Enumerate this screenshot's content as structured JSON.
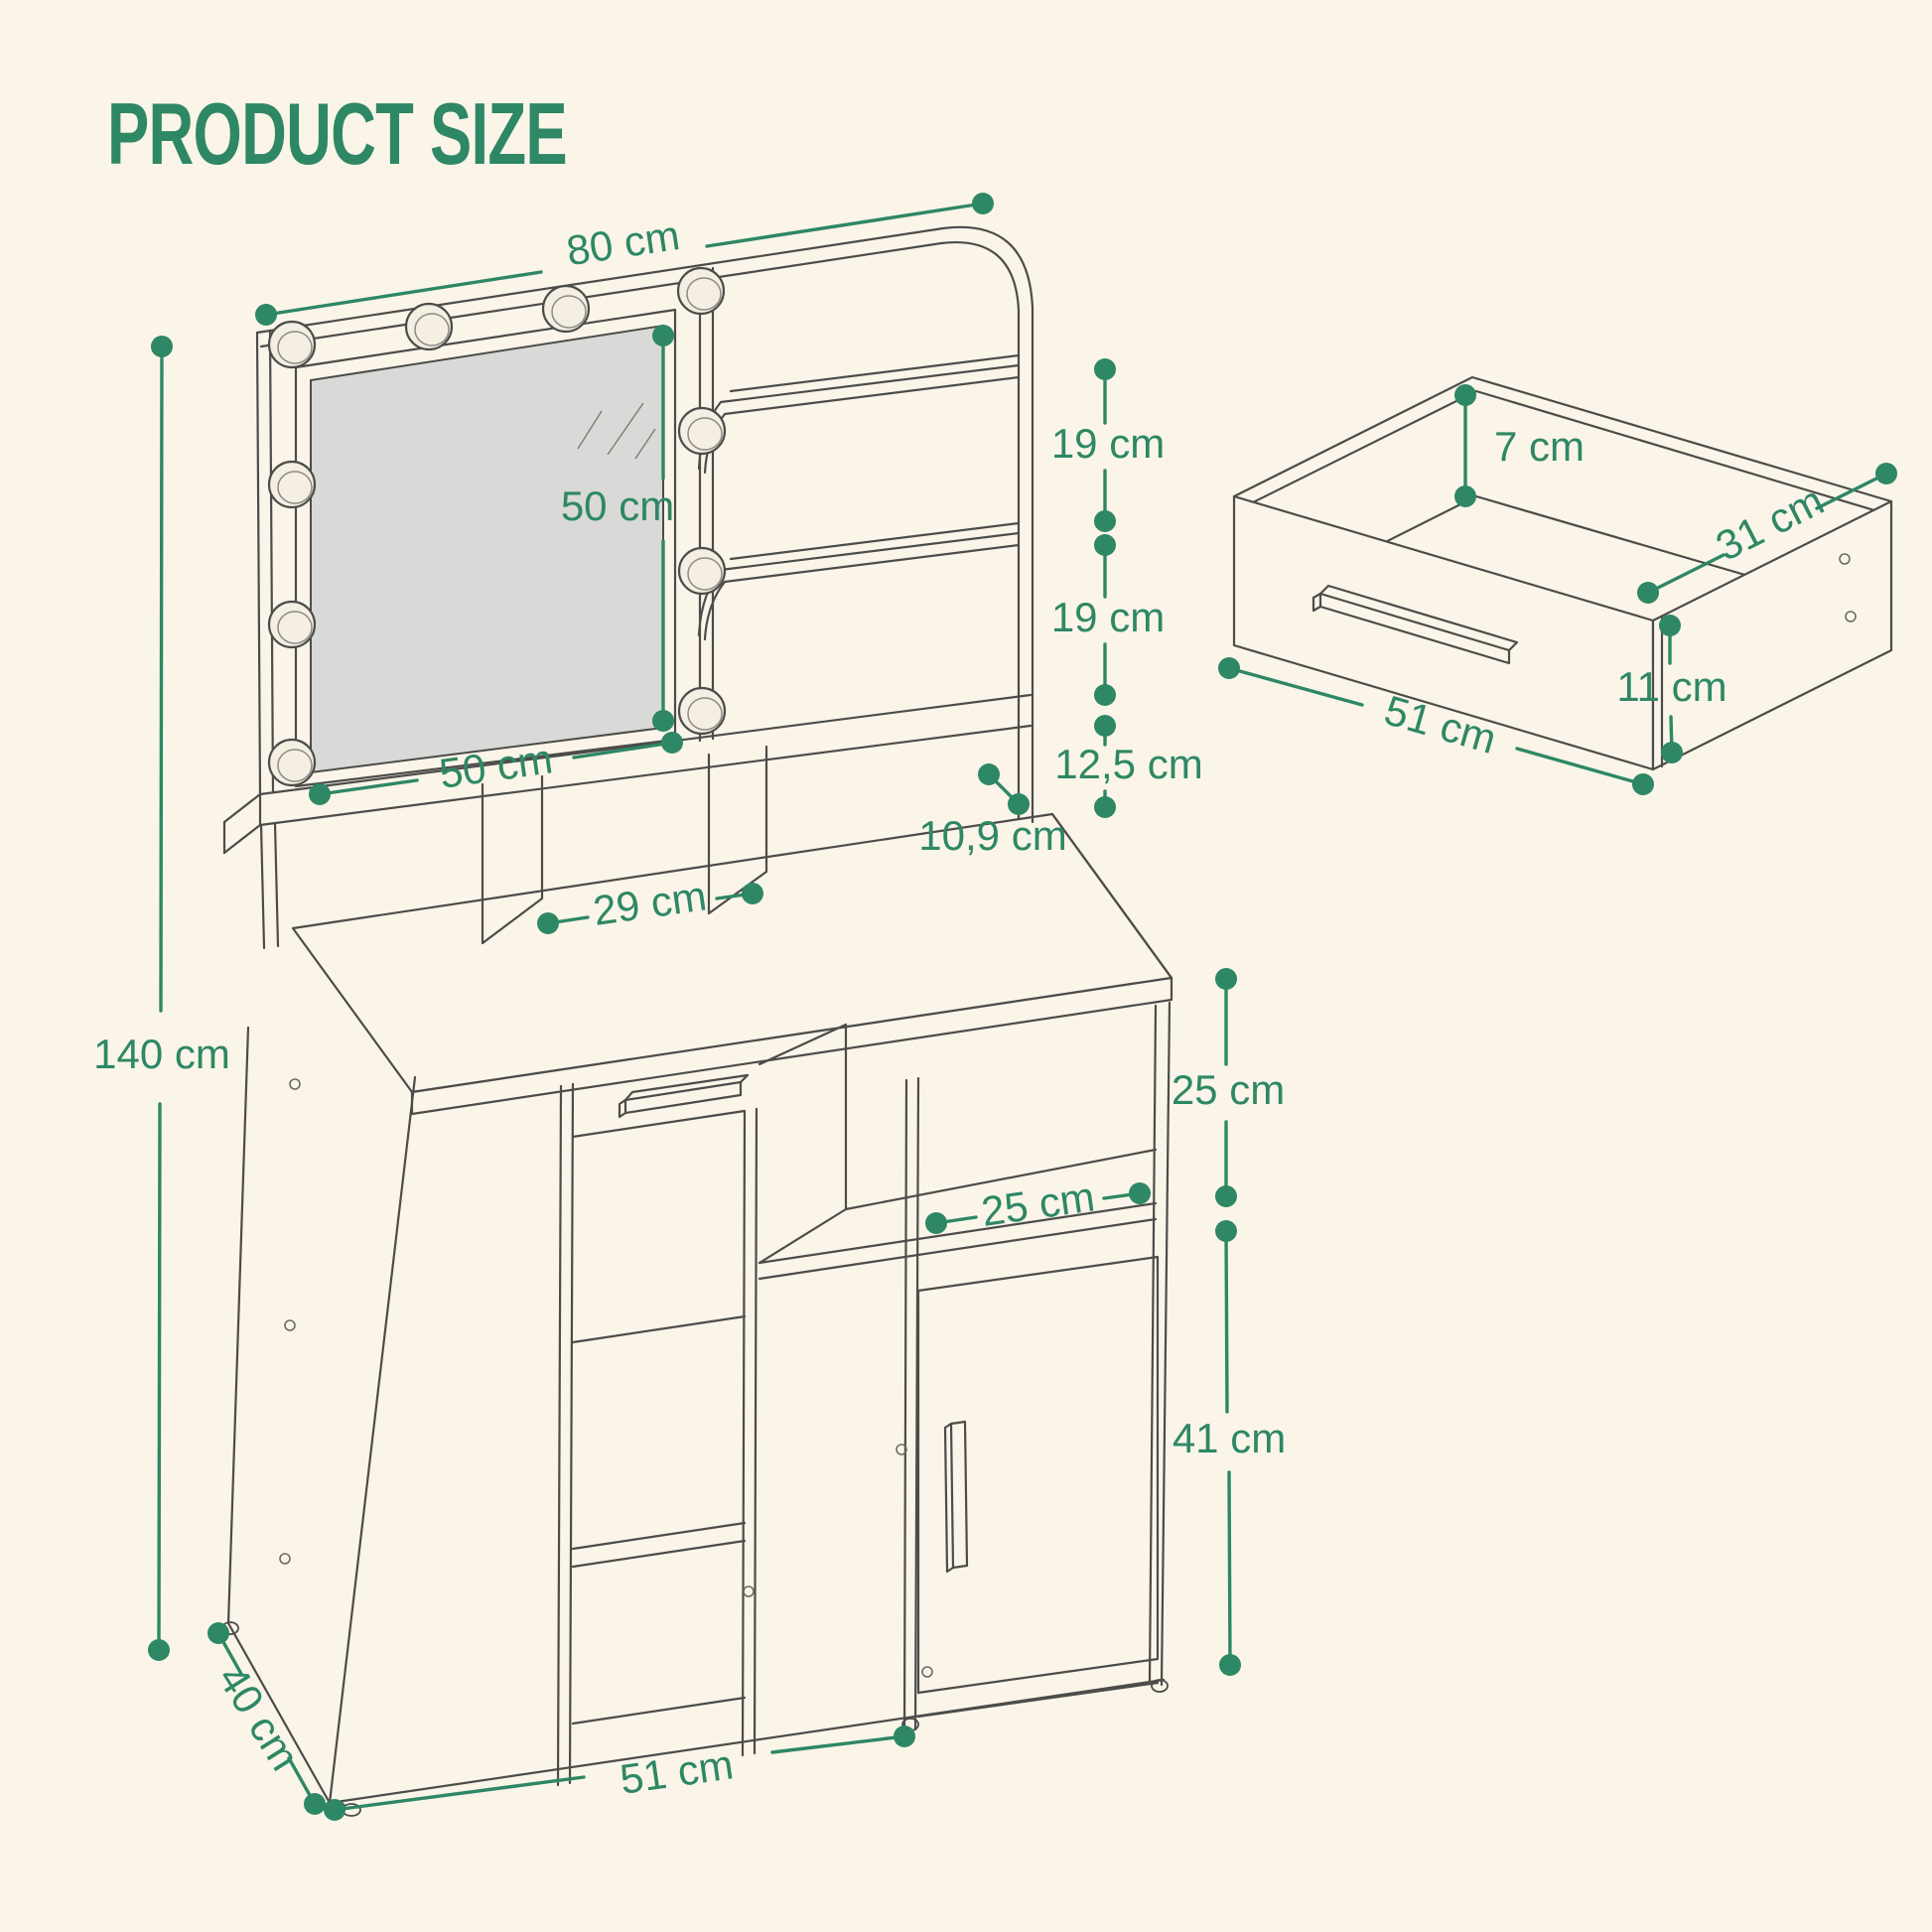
{
  "title": "PRODUCT SIZE",
  "colors": {
    "background": "#FAF5E8",
    "line_art": "#4C4C4A",
    "accent_green": "#2E8765",
    "mirror_gray": "#D9D9D7"
  },
  "main_unit": {
    "description": "vanity table with hollywood mirror, shelves, drawer, open niche and cabinet door",
    "dims": {
      "total_width": "80 cm",
      "mirror_height": "50 cm",
      "mirror_width": "50 cm",
      "shelf_gap_top": "19 cm",
      "shelf_gap_bottom": "19 cm",
      "counter_to_top_gap": "12,5 cm",
      "counter_depth": "10,9 cm",
      "cubby_width": "29 cm",
      "total_height": "140 cm",
      "niche_height": "25 cm",
      "niche_depth": "25 cm",
      "door_height": "41 cm",
      "bottom_width": "51 cm",
      "side_depth": "40 cm"
    }
  },
  "drawer_inset": {
    "description": "interior dimensions of the pull-out drawer",
    "dims": {
      "back_height": "7 cm",
      "depth": "31 cm",
      "front_height": "11 cm",
      "width": "51 cm"
    }
  }
}
